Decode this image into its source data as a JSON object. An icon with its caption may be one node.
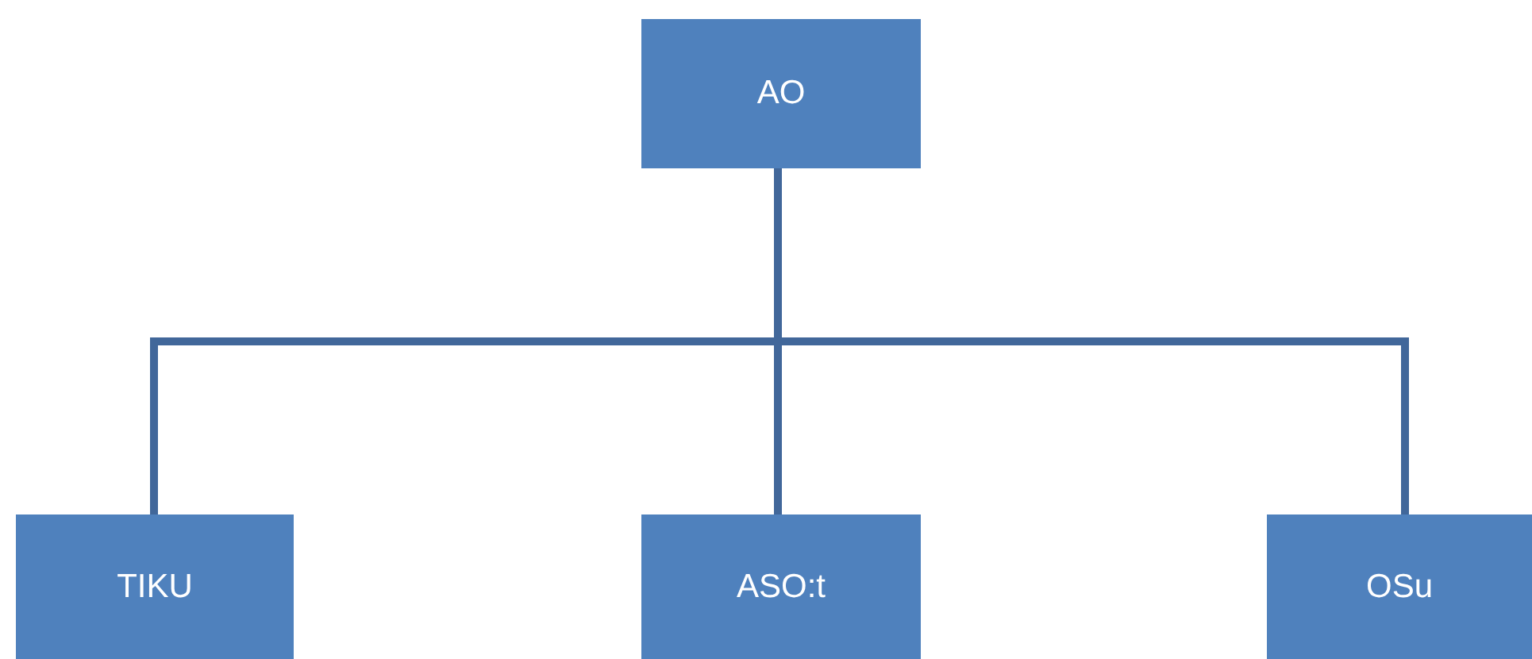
{
  "diagram": {
    "nodes": [
      {
        "text": [
          "AO"
        ]
      },
      {
        "text": [
          "TIKU"
        ]
      },
      {
        "text": [
          "ASO:t"
        ]
      },
      {
        "text": [
          "OSu"
        ]
      }
    ],
    "edges": [
      {
        "from": 0,
        "to": 1,
        "arrow": "none"
      },
      {
        "from": 0,
        "to": 2,
        "arrow": "none"
      },
      {
        "from": 0,
        "to": 3,
        "arrow": "none"
      }
    ]
  }
}
